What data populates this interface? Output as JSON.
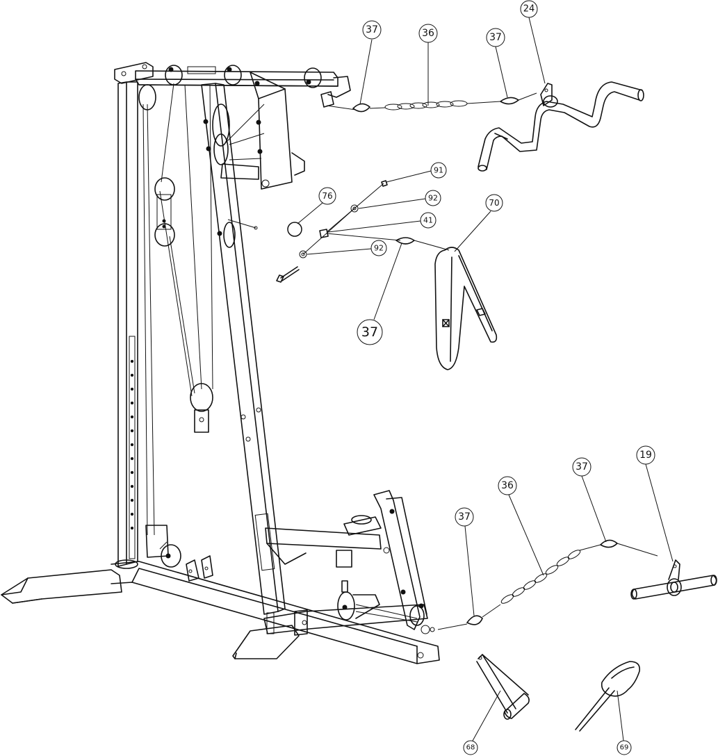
{
  "callouts": [
    {
      "id": "c24",
      "label": "24"
    },
    {
      "id": "c37a",
      "label": "37"
    },
    {
      "id": "c36a",
      "label": "36"
    },
    {
      "id": "c37b",
      "label": "37"
    },
    {
      "id": "c91",
      "label": "91"
    },
    {
      "id": "c92a",
      "label": "92"
    },
    {
      "id": "c76",
      "label": "76"
    },
    {
      "id": "c41",
      "label": "41"
    },
    {
      "id": "c70",
      "label": "70"
    },
    {
      "id": "c92b",
      "label": "92"
    },
    {
      "id": "c37c",
      "label": "37"
    },
    {
      "id": "c19",
      "label": "19"
    },
    {
      "id": "c37d",
      "label": "37"
    },
    {
      "id": "c36b",
      "label": "36"
    },
    {
      "id": "c37e",
      "label": "37"
    },
    {
      "id": "c68",
      "label": "68"
    },
    {
      "id": "c69",
      "label": "69"
    }
  ]
}
